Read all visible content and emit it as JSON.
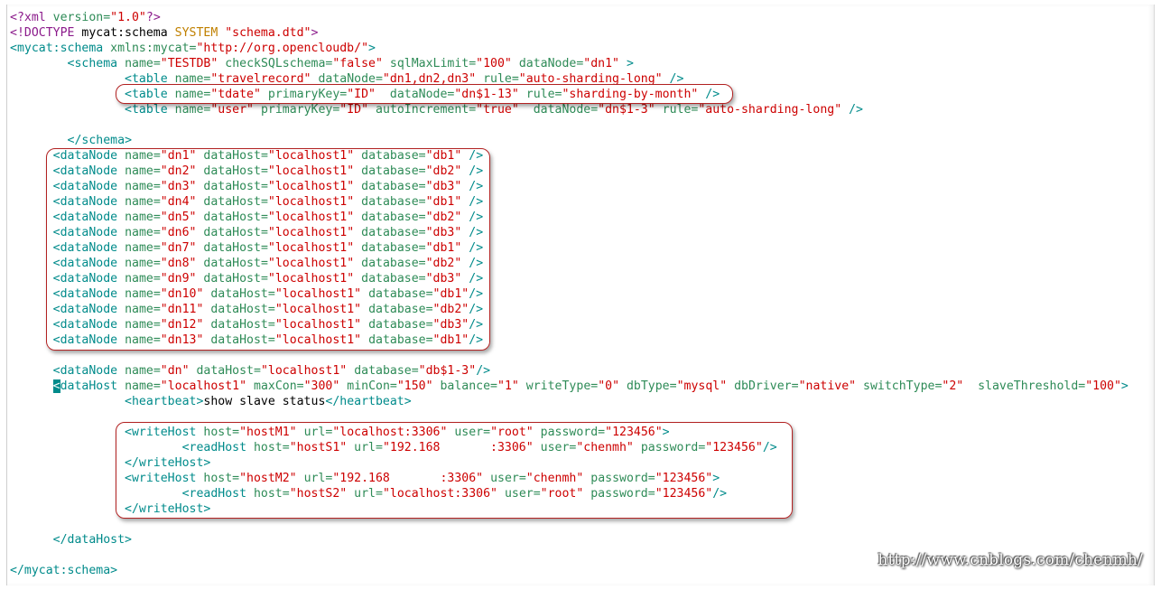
{
  "editor": {
    "lines": [
      "<?xml version=\"1.0\"?>",
      "<!DOCTYPE mycat:schema SYSTEM \"schema.dtd\">",
      "<mycat:schema xmlns:mycat=\"http://org.opencloudb/\">",
      "        <schema name=\"TESTDB\" checkSQLschema=\"false\" sqlMaxLimit=\"100\" dataNode=\"dn1\" >",
      "                <table name=\"travelrecord\" dataNode=\"dn1,dn2,dn3\" rule=\"auto-sharding-long\" />",
      "                <table name=\"tdate\" primaryKey=\"ID\"  dataNode=\"dn$1-13\" rule=\"sharding-by-month\" />",
      "                <table name=\"user\" primaryKey=\"ID\" autoIncrement=\"true\"  dataNode=\"dn$1-3\" rule=\"auto-sharding-long\" />",
      "",
      "        </schema>",
      "      <dataNode name=\"dn1\" dataHost=\"localhost1\" database=\"db1\" />",
      "      <dataNode name=\"dn2\" dataHost=\"localhost1\" database=\"db2\" />",
      "      <dataNode name=\"dn3\" dataHost=\"localhost1\" database=\"db3\" />",
      "      <dataNode name=\"dn4\" dataHost=\"localhost1\" database=\"db1\" />",
      "      <dataNode name=\"dn5\" dataHost=\"localhost1\" database=\"db2\" />",
      "      <dataNode name=\"dn6\" dataHost=\"localhost1\" database=\"db3\" />",
      "      <dataNode name=\"dn7\" dataHost=\"localhost1\" database=\"db1\" />",
      "      <dataNode name=\"dn8\" dataHost=\"localhost1\" database=\"db2\" />",
      "      <dataNode name=\"dn9\" dataHost=\"localhost1\" database=\"db3\" />",
      "      <dataNode name=\"dn10\" dataHost=\"localhost1\" database=\"db1\"/>",
      "      <dataNode name=\"dn11\" dataHost=\"localhost1\" database=\"db2\"/>",
      "      <dataNode name=\"dn12\" dataHost=\"localhost1\" database=\"db3\"/>",
      "      <dataNode name=\"dn13\" dataHost=\"localhost1\" database=\"db1\"/>",
      "",
      "      <dataNode name=\"dn\" dataHost=\"localhost1\" database=\"db$1-3\"/>",
      "      <dataHost name=\"localhost1\" maxCon=\"300\" minCon=\"150\" balance=\"1\" writeType=\"0\" dbType=\"mysql\" dbDriver=\"native\" switchType=\"2\"  slaveThreshold=\"100\">",
      "                <heartbeat>show slave status</heartbeat>",
      "",
      "                <writeHost host=\"hostM1\" url=\"localhost:3306\" user=\"root\" password=\"123456\">",
      "                        <readHost host=\"hostS1\" url=\"192.168       :3306\" user=\"chenmh\" password=\"123456\"/>",
      "                </writeHost>",
      "                <writeHost host=\"hostM2\" url=\"192.168       :3306\" user=\"chenmh\" password=\"123456\">",
      "                        <readHost host=\"hostS2\" url=\"localhost:3306\" user=\"root\" password=\"123456\"/>",
      "                </writeHost>",
      "",
      "      </dataHost>",
      "",
      "</mycat:schema>"
    ]
  },
  "watermark": "http://www.cnblogs.com/chenmh/",
  "colors": {
    "tag": "#008b8b",
    "attribute": "#2e8b57",
    "string": "#cd0000",
    "keyword": "#c08000",
    "processing_instruction": "#8b1a8b",
    "highlight_box": "#b22222"
  }
}
